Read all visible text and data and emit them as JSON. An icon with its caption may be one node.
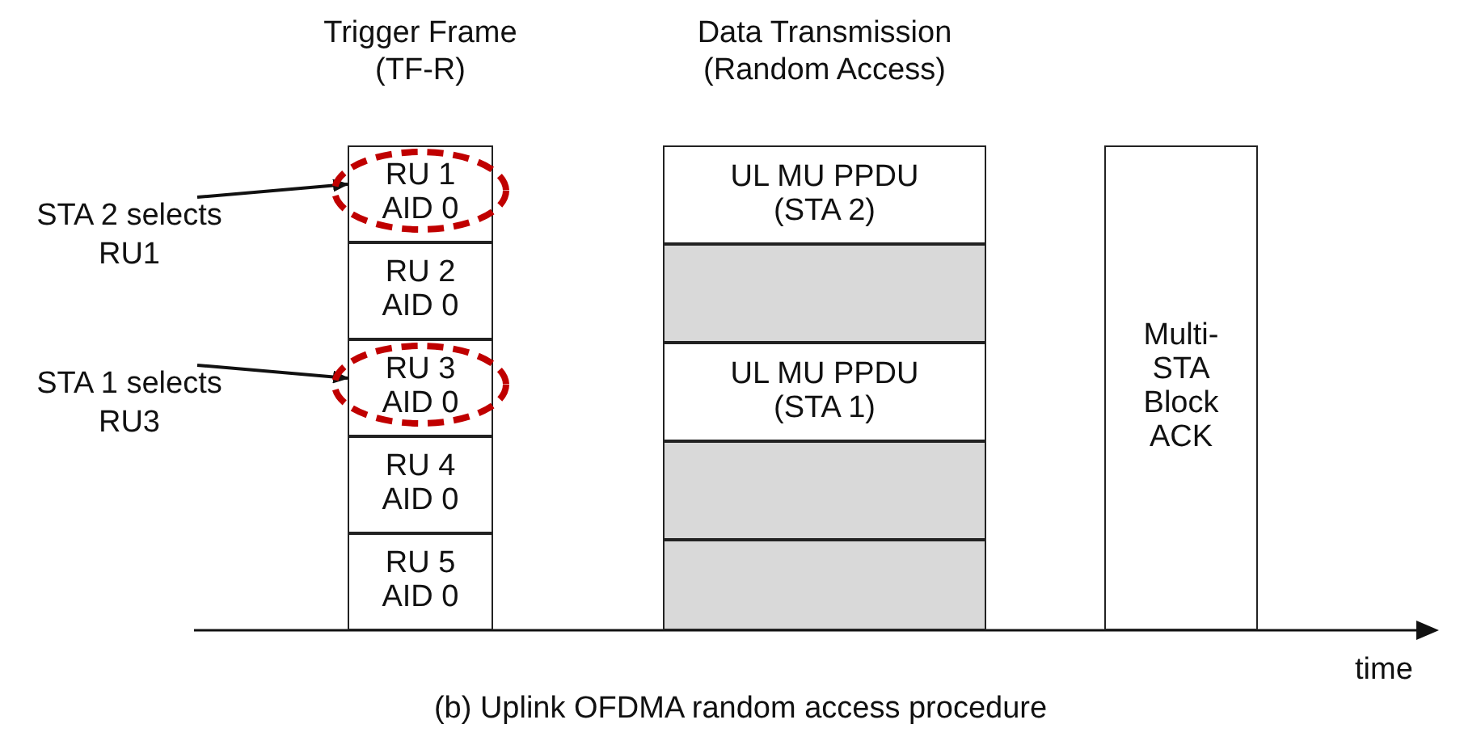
{
  "diagram": {
    "caption": "(b) Uplink OFDMA random access procedure",
    "nodes": [
      {
        "text": [
          "Trigger Frame (TF-R)"
        ]
      },
      {
        "text": [
          "RU 1 AID 0"
        ],
        "in": 0
      },
      {
        "text": [
          "RU 2 AID 0"
        ],
        "in": 0
      },
      {
        "text": [
          "RU 3 AID 0"
        ],
        "in": 0
      },
      {
        "text": [
          "RU 4 AID 0"
        ],
        "in": 0
      },
      {
        "text": [
          "RU 5 AID 0"
        ],
        "in": 0
      },
      {
        "text": [
          "Data Transmission (Random Access)"
        ]
      },
      {
        "text": [
          "UL MU PPDU (STA 2)"
        ],
        "in": 6
      },
      {
        "text": [],
        "shape": "box",
        "in": 6
      },
      {
        "text": [
          "UL MU PPDU (STA 1)"
        ],
        "in": 6
      },
      {
        "text": [],
        "shape": "box",
        "in": 6
      },
      {
        "text": [],
        "shape": "box",
        "in": 6
      },
      {
        "text": [
          "Multi-STA Block ACK"
        ]
      },
      {
        "text": [
          "STA 2 selects RU1"
        ]
      },
      {
        "text": [
          "STA 1 selects RU3"
        ]
      }
    ],
    "edges": [
      {
        "from": 13,
        "to": 1,
        "arrow": "to"
      },
      {
        "from": 14,
        "to": 3,
        "arrow": "to"
      }
    ],
    "labels": [
      "time"
    ]
  }
}
